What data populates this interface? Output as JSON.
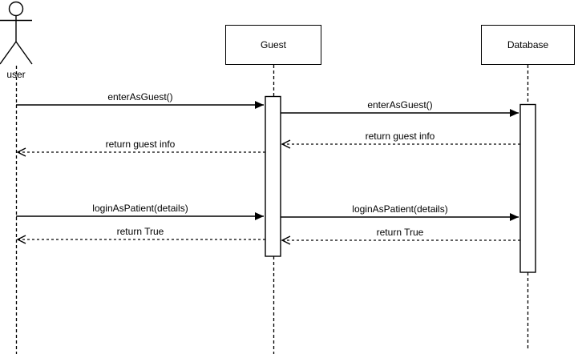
{
  "diagram": {
    "type": "uml-sequence-diagram",
    "colors": {
      "stroke": "#000000",
      "background": "#ffffff",
      "shape_fill": "#ffffff"
    },
    "participants": [
      {
        "id": "user",
        "kind": "actor",
        "label": "user"
      },
      {
        "id": "guest",
        "kind": "object-lifeline",
        "label": "Guest"
      },
      {
        "id": "database",
        "kind": "object-lifeline",
        "label": "Database"
      }
    ],
    "activations": [
      {
        "on": "Guest",
        "spans_messages": "enterAsGuest() to return True"
      },
      {
        "on": "Database",
        "spans_messages": "enterAsGuest() to return True"
      }
    ],
    "messages": [
      {
        "from": "user",
        "to": "Guest",
        "label": "enterAsGuest()",
        "line": "solid",
        "arrowhead": "filled"
      },
      {
        "from": "Guest",
        "to": "Database",
        "label": "enterAsGuest()",
        "line": "solid",
        "arrowhead": "filled"
      },
      {
        "from": "Database",
        "to": "Guest",
        "label": "return guest info",
        "line": "dashed",
        "arrowhead": "open"
      },
      {
        "from": "Guest",
        "to": "user",
        "label": "return guest info",
        "line": "dashed",
        "arrowhead": "open"
      },
      {
        "from": "user",
        "to": "Guest",
        "label": "loginAsPatient(details)",
        "line": "solid",
        "arrowhead": "filled"
      },
      {
        "from": "Guest",
        "to": "Database",
        "label": "loginAsPatient(details)",
        "line": "solid",
        "arrowhead": "filled"
      },
      {
        "from": "Database",
        "to": "Guest",
        "label": "return True",
        "line": "dashed",
        "arrowhead": "open"
      },
      {
        "from": "Guest",
        "to": "user",
        "label": "return True",
        "line": "dashed",
        "arrowhead": "open"
      }
    ]
  }
}
